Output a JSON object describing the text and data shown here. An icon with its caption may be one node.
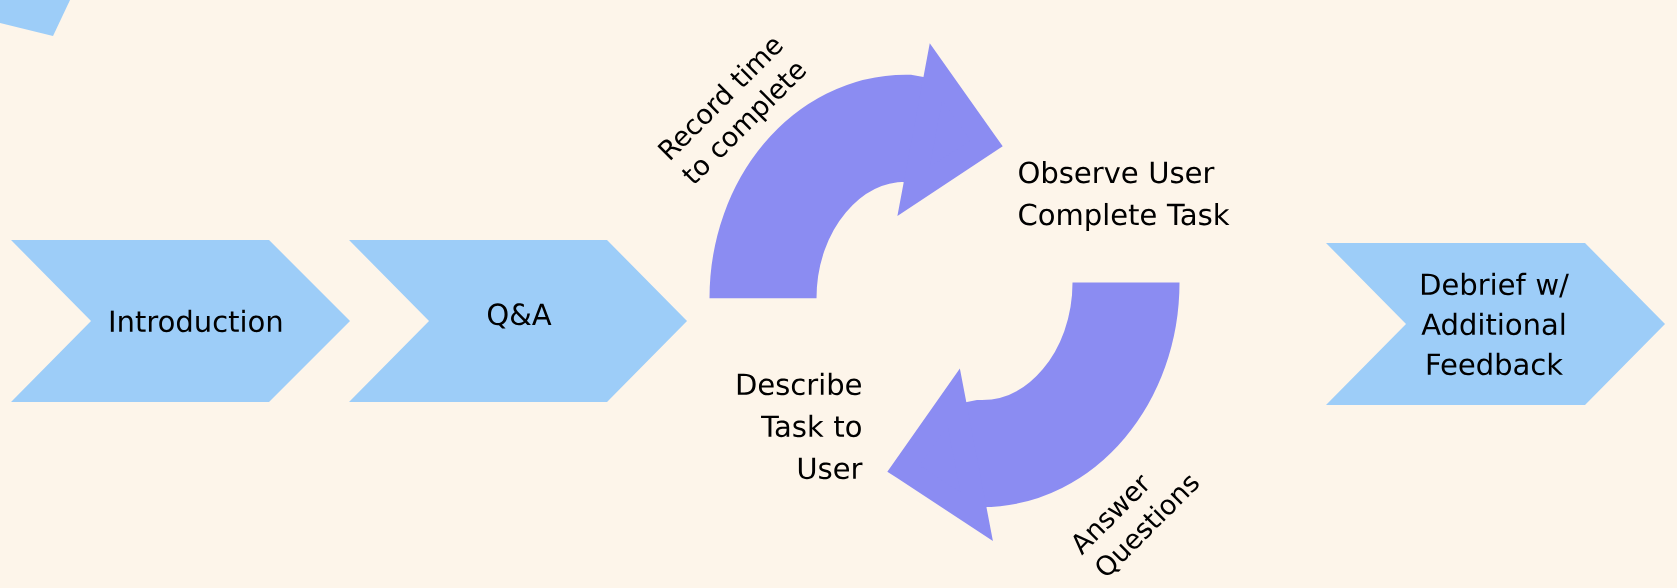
{
  "diagram": {
    "nodes": [
      {
        "text": [],
        "shape": "chevron"
      },
      {
        "text": [
          "Introduction"
        ]
      },
      {
        "text": [
          "Q&A"
        ]
      },
      {
        "text": [
          "Observe User Complete Task"
        ]
      },
      {
        "text": [
          "Describe Task to User"
        ]
      },
      {
        "text": [
          "Debrief w/ Additional Feedback"
        ]
      }
    ],
    "edges": [
      {
        "from": 4,
        "to": 3,
        "arrow": "to",
        "label": "Record time to complete"
      },
      {
        "from": 3,
        "to": 4,
        "arrow": "to",
        "label": "Answer Questions"
      }
    ]
  }
}
